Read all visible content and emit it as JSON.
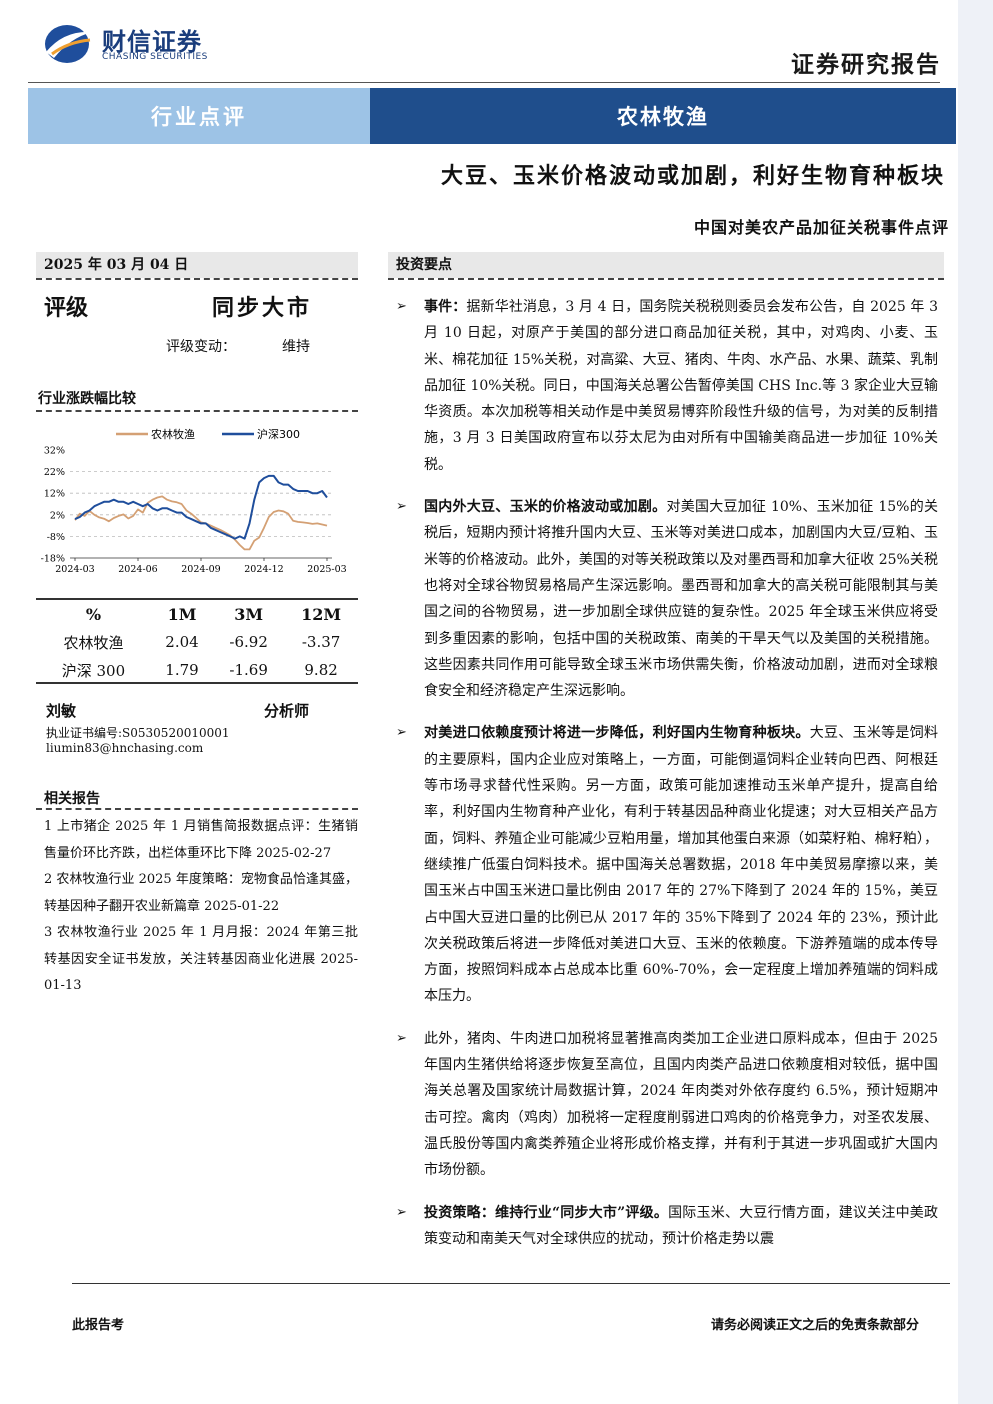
{
  "header": {
    "company_cn": "财信证券",
    "company_en": "CHASING SECURITIES",
    "report_type": "证券研究报告"
  },
  "band": {
    "left": "行业点评",
    "right": "农林牧渔"
  },
  "title": {
    "main": "大豆、玉米价格波动或加剧，利好生物育种板块",
    "sub": "中国对美农产品加征关税事件点评"
  },
  "left": {
    "date": "2025 年 03 月 04 日",
    "rating_label": "评级",
    "rating_value": "同步大市",
    "change_label": "评级变动：",
    "change_value": "维持",
    "chart_header": "行业涨跌幅比较",
    "perf_table": {
      "headers": [
        "%",
        "1M",
        "3M",
        "12M"
      ],
      "rows": [
        [
          "农林牧渔",
          "2.04",
          "-6.92",
          "-3.37"
        ],
        [
          "沪深 300",
          "1.79",
          "-1.69",
          "9.82"
        ]
      ]
    },
    "analyst": {
      "name": "刘敏",
      "title": "分析师",
      "cert": "执业证书编号:S0530520010001",
      "email": "liumin83@hnchasing.com"
    },
    "related_header": "相关报告",
    "related": [
      "1 上市猪企 2025 年 1 月销售简报数据点评：生猪销售量价环比齐跌，出栏体重环比下降 2025-02-27",
      "2 农林牧渔行业 2025 年度策略：宠物食品恰逢其盛，转基因种子翻开农业新篇章 2025-01-22",
      "3 农林牧渔行业 2025 年 1 月月报：2024 年第三批转基因安全证书发放，关注转基因商业化进展 2025-01-13"
    ]
  },
  "right": {
    "header": "投资要点",
    "bullets": [
      {
        "lead": "事件：",
        "text": "据新华社消息，3 月 4 日，国务院关税税则委员会发布公告，自 2025 年 3 月 10 日起，对原产于美国的部分进口商品加征关税，其中，对鸡肉、小麦、玉米、棉花加征 15%关税，对高粱、大豆、猪肉、牛肉、水产品、水果、蔬菜、乳制品加征 10%关税。同日，中国海关总署公告暂停美国 CHS Inc.等 3 家企业大豆输华资质。本次加税等相关动作是中美贸易博弈阶段性升级的信号，为对美的反制措施，3 月 3 日美国政府宣布以芬太尼为由对所有中国输美商品进一步加征 10%关税。"
      },
      {
        "lead": "国内外大豆、玉米的价格波动或加剧。",
        "text": "对美国大豆加征 10%、玉米加征 15%的关税后，短期内预计将推升国内大豆、玉米等对美进口成本，加剧国内大豆/豆粕、玉米等的价格波动。此外，美国的对等关税政策以及对墨西哥和加拿大征收 25%关税也将对全球谷物贸易格局产生深远影响。墨西哥和加拿大的高关税可能限制其与美国之间的谷物贸易，进一步加剧全球供应链的复杂性。2025 年全球玉米供应将受到多重因素的影响，包括中国的关税政策、南美的干旱天气以及美国的关税措施。这些因素共同作用可能导致全球玉米市场供需失衡，价格波动加剧，进而对全球粮食安全和经济稳定产生深远影响。"
      },
      {
        "lead": "对美进口依赖度预计将进一步降低，利好国内生物育种板块。",
        "text": "大豆、玉米等是饲料的主要原料，国内企业应对策略上，一方面，可能倒逼饲料企业转向巴西、阿根廷等市场寻求替代性采购。另一方面，政策可能加速推动玉米单产提升，提高自给率，利好国内生物育种产业化，有利于转基因品种商业化提速；对大豆相关产品方面，饲料、养殖企业可能减少豆粕用量，增加其他蛋白来源（如菜籽粕、棉籽粕），继续推广低蛋白饲料技术。据中国海关总署数据，2018 年中美贸易摩擦以来，美国玉米占中国玉米进口量比例由 2017 年的 27%下降到了 2024 年的 15%，美豆占中国大豆进口量的比例已从 2017 年的 35%下降到了 2024 年的 23%，预计此次关税政策后将进一步降低对美进口大豆、玉米的依赖度。下游养殖端的成本传导方面，按照饲料成本占总成本比重 60%-70%，会一定程度上增加养殖端的饲料成本压力。"
      },
      {
        "lead": "",
        "text": "此外，猪肉、牛肉进口加税将显著推高肉类加工企业进口原料成本，但由于 2025 年国内生猪供给将逐步恢复至高位，且国内肉类产品进口依赖度相对较低，据中国海关总署及国家统计局数据计算，2024 年肉类对外依存度约 6.5%，预计短期冲击可控。禽肉（鸡肉）加税将一定程度削弱进口鸡肉的价格竞争力，对圣农发展、温氏股份等国内禽类养殖企业将形成价格支撑，并有利于其进一步巩固或扩大国内市场份额。"
      },
      {
        "lead": "投资策略：维持行业“同步大市”评级。",
        "text": "国际玉米、大豆行情方面，建议关注中美政策变动和南美天气对全球供应的扰动，预计价格走势以震"
      }
    ]
  },
  "footer": {
    "left": "此报告考",
    "right": "请务必阅读正文之后的免责条款部分"
  },
  "chart_data": {
    "type": "line",
    "colors": {
      "农林牧渔": "#d4a074",
      "沪深300": "#1f4e9c"
    },
    "series": [
      {
        "name": "农林牧渔",
        "values": [
          -0.5,
          2.5,
          1.5,
          3.8,
          2,
          0.8,
          0.2,
          -1,
          0.5,
          1.5,
          2.2,
          0.3,
          1.5,
          4.5,
          3,
          7.5,
          9,
          10,
          10.5,
          9,
          8.2,
          7.8,
          7,
          4,
          2.5,
          0.5,
          -1.5,
          -2,
          -3,
          -4,
          -5,
          -6.2,
          -7.5,
          -9.5,
          -12,
          -14,
          -14,
          -10,
          -8.5,
          -4,
          1,
          3.3,
          4,
          3.6,
          2.5,
          -0.8,
          -1.3,
          -1.5,
          -1.8,
          -2.2,
          -2,
          -2.5,
          -3
        ]
      },
      {
        "name": "沪深300",
        "values": [
          0,
          1,
          3,
          4,
          6,
          7,
          8,
          8,
          9,
          8,
          8,
          7,
          8,
          7,
          6,
          7,
          5,
          4,
          5,
          5,
          4,
          3,
          3,
          1,
          0,
          -1,
          -2,
          -2,
          -4,
          -5,
          -6,
          -7,
          -8,
          -9,
          -8,
          -9,
          -2,
          9,
          17,
          19,
          20,
          20,
          17,
          16,
          16,
          14,
          13,
          13,
          13,
          12,
          12,
          13,
          10
        ]
      }
    ],
    "x_tick_labels": [
      "2024-03",
      "2024-06",
      "2024-09",
      "2024-12",
      "2025-03"
    ],
    "y_tick_labels": [
      "32%",
      "22%",
      "12%",
      "2%",
      "-8%",
      "-18%"
    ],
    "ylim": [
      -18,
      32
    ],
    "legend": "top-right",
    "grid": "dashed-horizontal"
  }
}
